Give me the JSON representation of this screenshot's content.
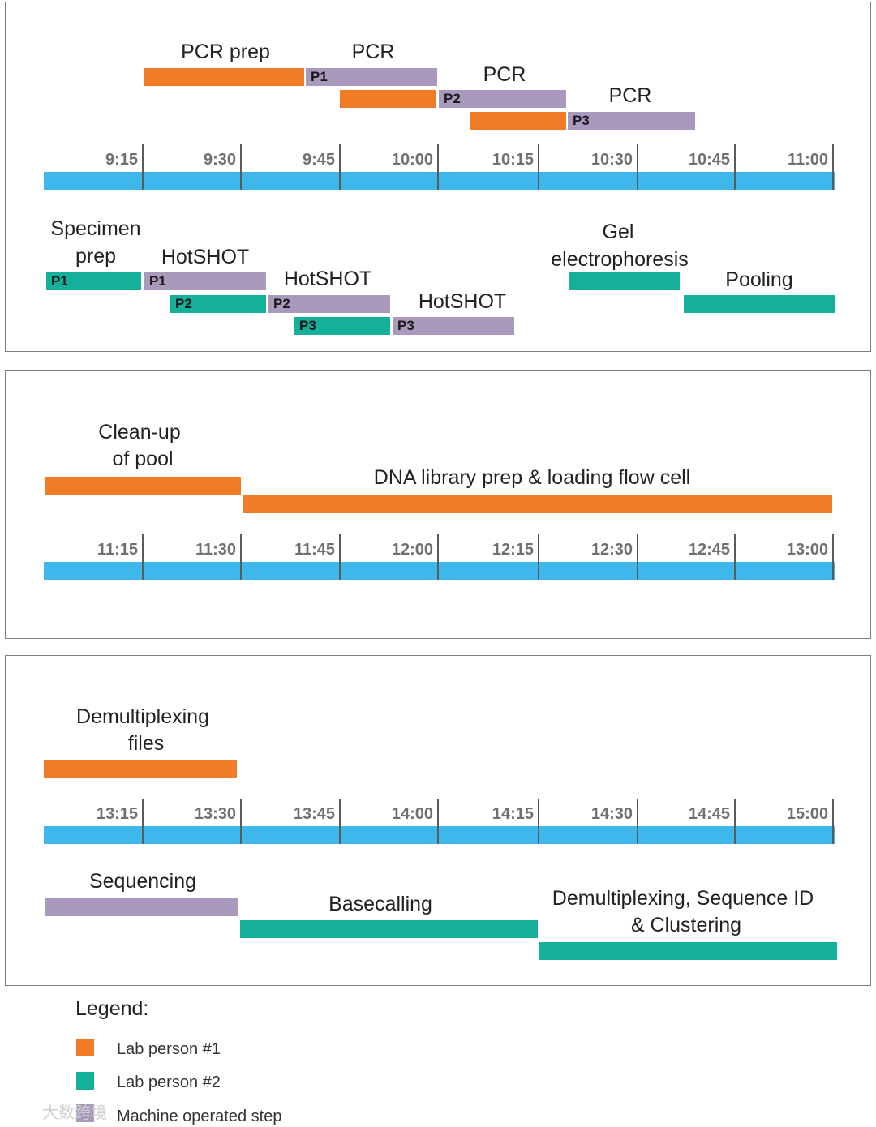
{
  "colors": {
    "lab_person_1": "#f07c28",
    "lab_person_2": "#15b09a",
    "machine": "#a899bd",
    "timeline": "#3db7ec"
  },
  "panel1": {
    "ticks": [
      "9:15",
      "9:30",
      "9:45",
      "10:00",
      "10:15",
      "10:30",
      "10:45",
      "11:00"
    ],
    "labels": {
      "pcr_prep": "PCR prep",
      "pcr1": "PCR",
      "pcr2": "PCR",
      "pcr3": "PCR",
      "specimen_line1": "Specimen",
      "specimen_line2": "prep",
      "hotshot1": "HotSHOT",
      "hotshot2": "HotSHOT",
      "hotshot3": "HotSHOT",
      "gel_line1": "Gel",
      "gel_line2": "electrophoresis",
      "pooling": "Pooling"
    },
    "tags": {
      "pcr_p1": "P1",
      "pcr_p2": "P2",
      "pcr_p3": "P3",
      "spec_p1": "P1",
      "spec_p2": "P2",
      "spec_p3": "P3",
      "hot_p1": "P1",
      "hot_p2": "P2",
      "hot_p3": "P3"
    }
  },
  "panel2": {
    "ticks": [
      "11:15",
      "11:30",
      "11:45",
      "12:00",
      "12:15",
      "12:30",
      "12:45",
      "13:00"
    ],
    "labels": {
      "cleanup_line1": "Clean-up",
      "cleanup_line2": "of pool",
      "dna_library": "DNA library prep & loading flow cell"
    }
  },
  "panel3": {
    "ticks": [
      "13:15",
      "13:30",
      "13:45",
      "14:00",
      "14:15",
      "14:30",
      "14:45",
      "15:00"
    ],
    "labels": {
      "demux_line1": "Demultiplexing",
      "demux_line2": "files",
      "sequencing": "Sequencing",
      "basecalling": "Basecalling",
      "demux_seq_line1": "Demultiplexing, Sequence ID",
      "demux_seq_line2": "& Clustering"
    }
  },
  "legend": {
    "title": "Legend:",
    "items": [
      {
        "label": "Lab person #1",
        "color": "#f07c28"
      },
      {
        "label": "Lab person #2",
        "color": "#15b09a"
      },
      {
        "label": "Machine operated step",
        "color": "#a899bd"
      }
    ]
  },
  "watermark": "大数跨境"
}
